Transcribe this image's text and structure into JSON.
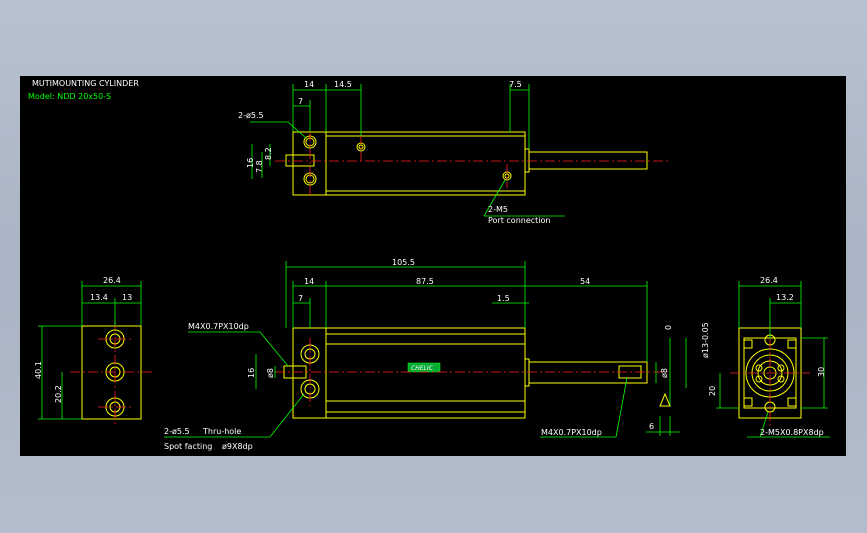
{
  "header": {
    "title": "MUTIMOUNTING CYLINDER",
    "model": "Model: NDD 20x50-S"
  },
  "dims": {
    "top_14": "14",
    "top_14_5": "14.5",
    "top_7_5": "7.5",
    "top_7": "7",
    "top_hole": "2-ø5.5",
    "top_16": "16",
    "top_8_2": "8.2",
    "top_7_8": "7.8",
    "top_port": "2-M5",
    "top_port2": "Port connection",
    "front_105_5": "105.5",
    "front_14": "14",
    "front_87_5": "87.5",
    "front_54": "54",
    "front_7": "7",
    "front_1_5": "1.5",
    "front_m4_left": "M4X0.7PX10dp",
    "front_16": "16",
    "front_o8_left": "ø8",
    "front_o8_right": "ø8",
    "front_0": "0",
    "front_13": "ø13-0.05",
    "front_hole": "2-ø5.5",
    "front_thru": "Thru-hole",
    "front_spot": "Spot facting",
    "front_spot2": "ø9X8dp",
    "front_m4_right": "M4X0.7PX10dp",
    "front_6": "6",
    "side_26_4": "26.4",
    "side_13_4": "13.4",
    "side_13": "13",
    "side_40_1": "40.1",
    "side_20_2": "20.2",
    "right_26_4": "26.4",
    "right_13_2": "13.2",
    "right_30": "30",
    "right_20": "20",
    "right_m5": "2-M5X0.8PX8dp",
    "logo": "CHELIC"
  }
}
